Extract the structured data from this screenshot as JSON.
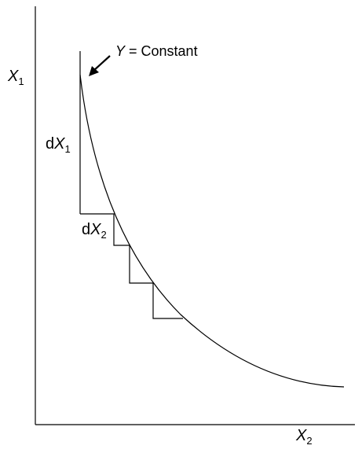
{
  "labels": {
    "y_axis": {
      "main": "X",
      "sub": "1"
    },
    "x_axis": {
      "main": "X",
      "sub": "2"
    },
    "curve_label": {
      "italic": "Y",
      "rest": " = Constant"
    },
    "delta_x1": {
      "prefix": "d",
      "main": "X",
      "sub": "1"
    },
    "delta_x2": {
      "prefix": "d",
      "main": "X",
      "sub": "2"
    }
  },
  "colors": {
    "ink": "#000000",
    "background": "#ffffff"
  }
}
